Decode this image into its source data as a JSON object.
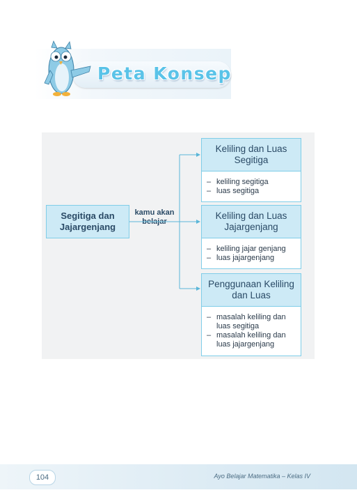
{
  "header": {
    "title": "Peta Konsep"
  },
  "concept_map": {
    "main": "Segitiga dan Jajargenjang",
    "connector_label": "kamu akan belajar",
    "branches": [
      {
        "title": "Keliling dan Luas Segitiga",
        "items": [
          "keliling segitiga",
          "luas segitiga"
        ]
      },
      {
        "title": "Keliling dan Luas Jajargenjang",
        "items": [
          "keliling jajar genjang",
          "luas jajargenjang"
        ]
      },
      {
        "title": "Penggunaan Keliling dan Luas",
        "items": [
          "masalah keliling dan luas segitiga",
          "masalah keliling dan luas jajargenjang"
        ]
      }
    ],
    "dash": "–"
  },
  "footer": {
    "page_number": "104",
    "book_title": "Ayo Belajar Matematika – Kelas IV"
  },
  "colors": {
    "box_fill": "#cdeaf6",
    "box_border": "#7fcde8",
    "title_color": "#5ac3e8"
  }
}
